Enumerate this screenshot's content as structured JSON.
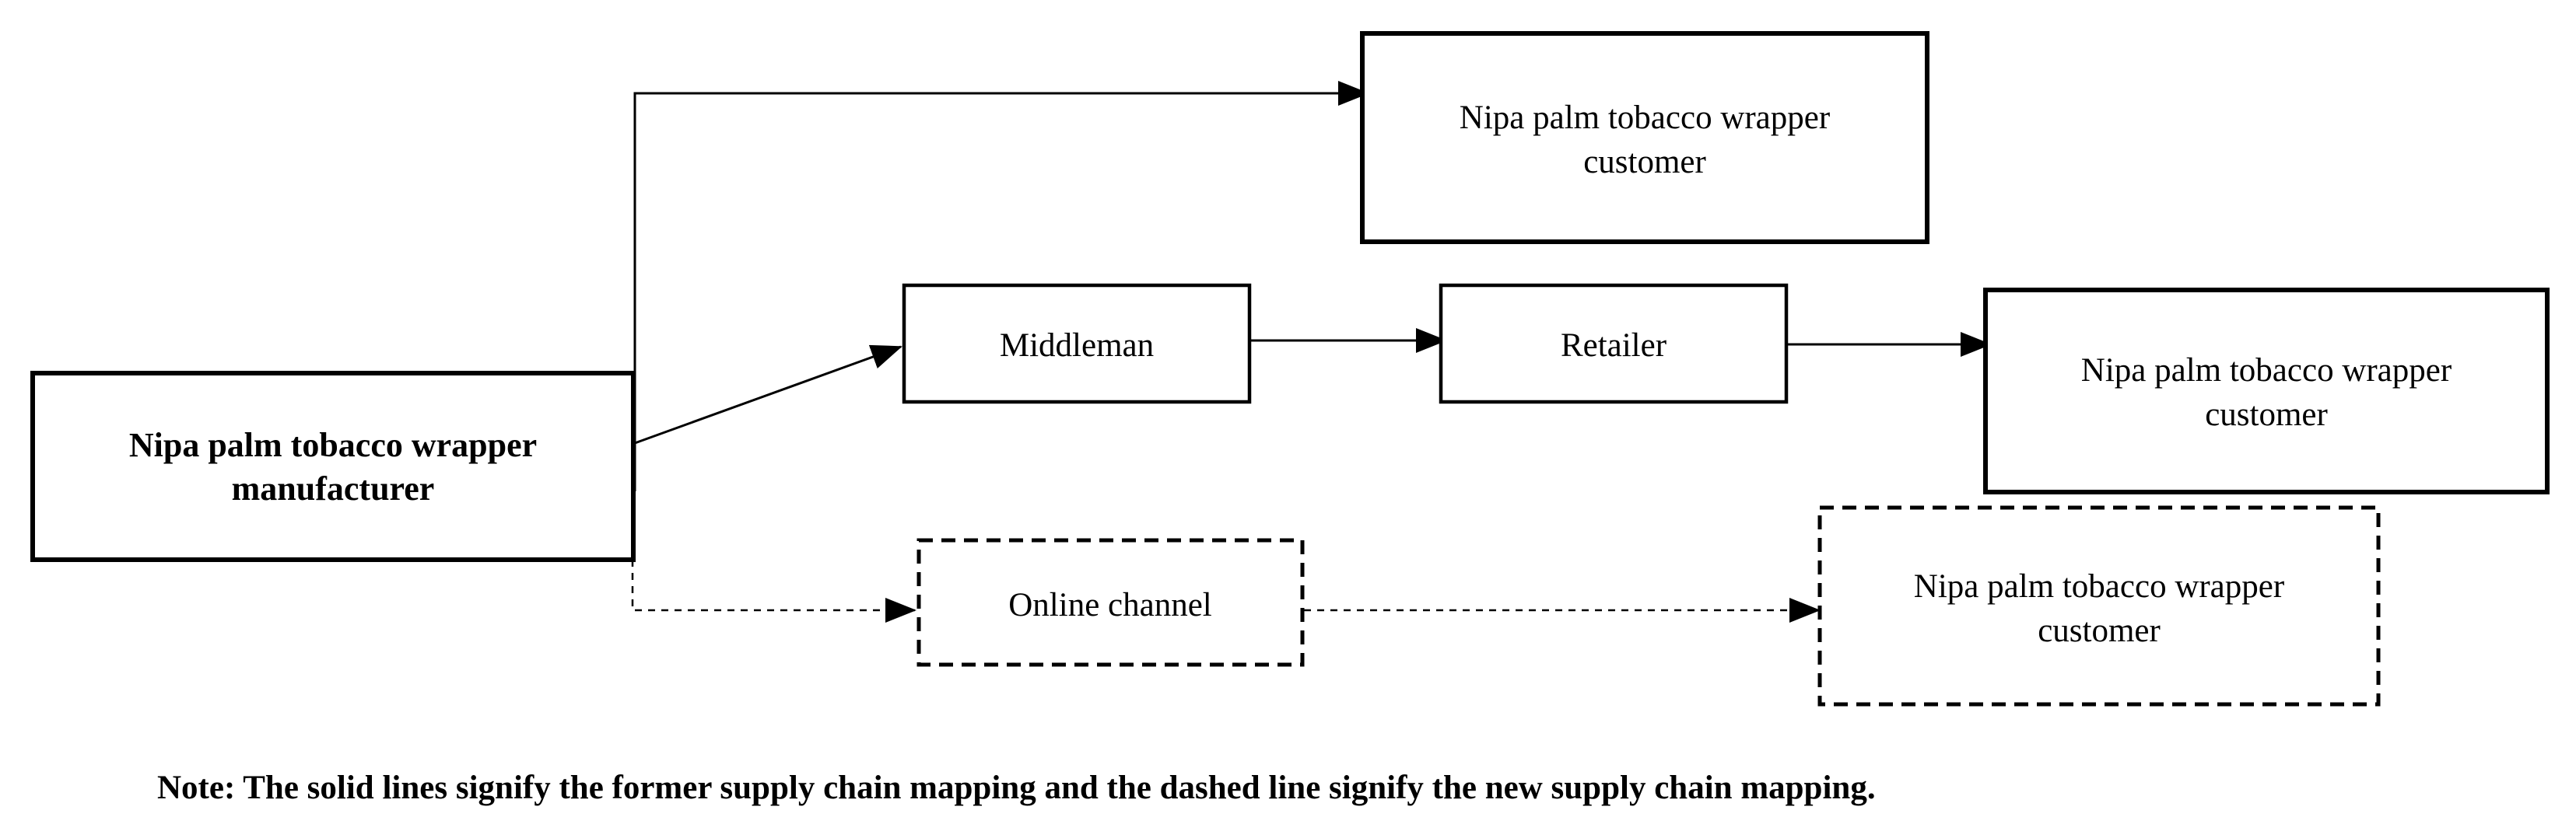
{
  "nodes": {
    "manufacturer": {
      "line1": "Nipa palm tobacco wrapper",
      "line2": "manufacturer"
    },
    "customer_direct": {
      "line1": "Nipa palm tobacco wrapper",
      "line2": "customer"
    },
    "middleman": {
      "label": "Middleman"
    },
    "retailer": {
      "label": "Retailer"
    },
    "customer_retail": {
      "line1": "Nipa palm tobacco wrapper",
      "line2": "customer"
    },
    "online_channel": {
      "label": "Online channel"
    },
    "customer_online": {
      "line1": "Nipa palm tobacco wrapper",
      "line2": "customer"
    }
  },
  "note": "Note: The solid lines signify the former supply chain mapping and the dashed line signify the new supply chain mapping."
}
